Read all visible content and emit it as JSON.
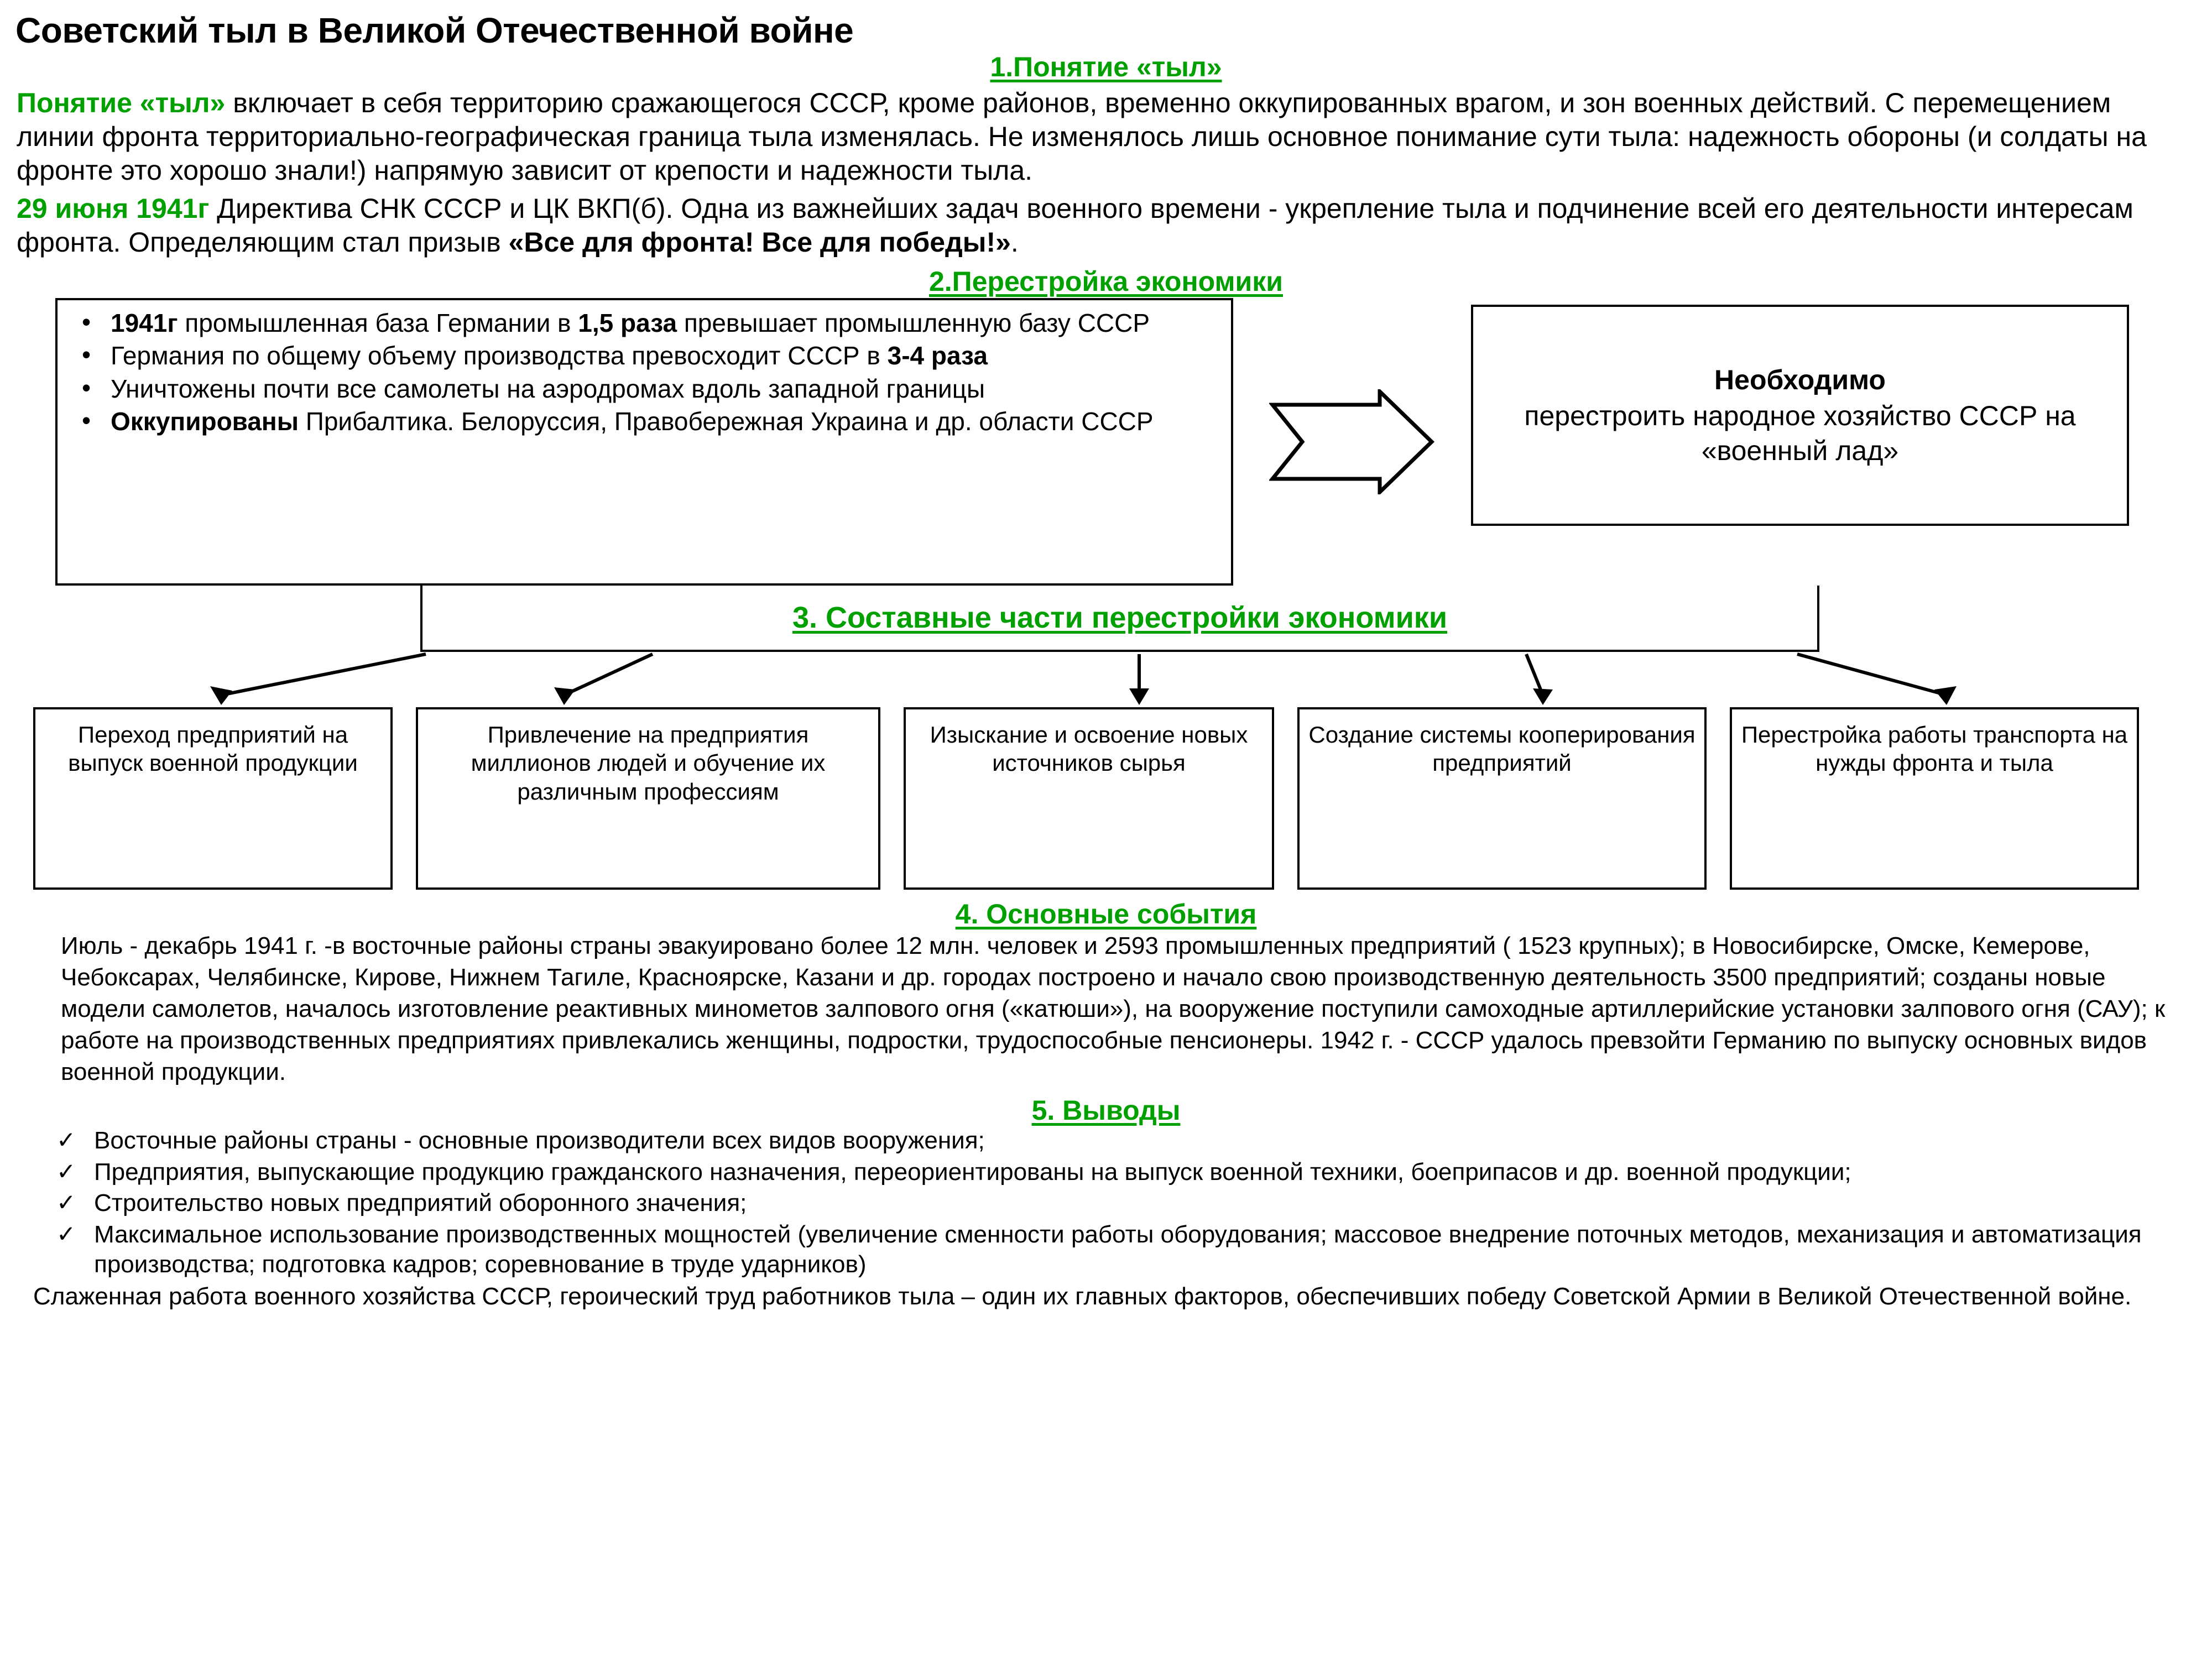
{
  "document": {
    "title": "Советский тыл в Великой Отечественной войне",
    "accent_green": "#00A000",
    "text_color": "#000000",
    "background": "#ffffff"
  },
  "section1": {
    "heading": "1.Понятие «тыл»",
    "lead_green": "Понятие «тыл»",
    "paragraph": " включает в себя территорию сражающегося СССР, кроме районов, временно оккупированных врагом, и зон военных действий. С перемещением линии фронта территориально-географическая граница тыла изменялась. Не изменялось лишь основное понимание сути тыла: надежность обороны (и солдаты на фронте это хорошо знали!) напрямую зависит от крепости и надежности тыла.",
    "date_green": "29 июня 1941г",
    "paragraph2_before": " Директива СНК СССР и ЦК ВКП(б). Одна из важнейших задач военного времени - укрепление тыла и подчинение всей его деятельности интересам фронта. Определяющим  стал призыв ",
    "slogan_bold": "«Все для фронта! Все для победы!»",
    "paragraph2_after": "."
  },
  "section2": {
    "heading": "2.Перестройка экономики",
    "bullets": [
      {
        "bold_start": "1941г",
        "text_mid": "  промышленная база Германии в ",
        "bold_mid": "1,5 раза",
        "text_end": " превышает промышленную базу СССР"
      },
      {
        "bold_start": "",
        "text_mid": "Германия  по общему объему производства превосходит СССР в ",
        "bold_mid": "3-4 раза",
        "text_end": ""
      },
      {
        "bold_start": "",
        "text_mid": "Уничтожены почти все самолеты на аэродромах вдоль западной границы",
        "bold_mid": "",
        "text_end": ""
      },
      {
        "bold_start": "Оккупированы",
        "text_mid": " Прибалтика. Белоруссия, Правобережная Украина и др. области СССР",
        "bold_mid": "",
        "text_end": ""
      }
    ],
    "arrow_icon": "block-arrow-right-icon",
    "need_box": {
      "title": "Необходимо",
      "body": "перестроить народное хозяйство СССР на «военный лад»"
    }
  },
  "section3": {
    "heading": "3. Составные части перестройки экономики",
    "cards": [
      "Переход предприятий на выпуск военной продукции",
      "Привлечение на предприятия миллионов людей и обучение их различным профессиям",
      "Изыскание и освоение новых источников сырья",
      "Создание системы кооперирования предприятий",
      "Перестройка работы транспорта на нужды фронта и тыла"
    ]
  },
  "section4": {
    "heading": "4. Основные события",
    "paragraph": "Июль - декабрь 1941 г. -в восточные районы страны эвакуировано более 12 млн. человек и  2593 промышленных предприятий ( 1523 крупных); в Новосибирске, Омске, Кемерове, Чебоксарах, Челябинске, Кирове, Нижнем Тагиле, Красноярске, Казани и др. городах построено и начало свою производственную деятельность 3500 предприятий; созданы новые модели самолетов, началось изготовление реактивных минометов залпового огня («катюши»), на вооружение поступили самоходные артиллерийские установки залпового огня (САУ); к работе на производственных предприятиях привлекались женщины, подростки, трудоспособные пенсионеры. 1942 г. - СССР удалось превзойти Германию по выпуску основных видов военной продукции."
  },
  "section5": {
    "heading": "5. Выводы",
    "items": [
      "Восточные районы страны - основные производители всех видов вооружения;",
      "Предприятия, выпускающие продукцию гражданского назначения, переориентированы на выпуск военной техники, боеприпасов и др. военной продукции;",
      "Строительство новых предприятий оборонного значения;",
      "Максимальное использование производственных мощностей (увеличение сменности работы оборудования; массовое внедрение поточных методов, механизация и автоматизация производства; подготовка кадров; соревнование в труде ударников)"
    ],
    "closing": "Слаженная работа военного хозяйства СССР, героический труд работников тыла – один их главных факторов, обеспечивших победу Советской Армии в Великой Отечественной войне."
  }
}
